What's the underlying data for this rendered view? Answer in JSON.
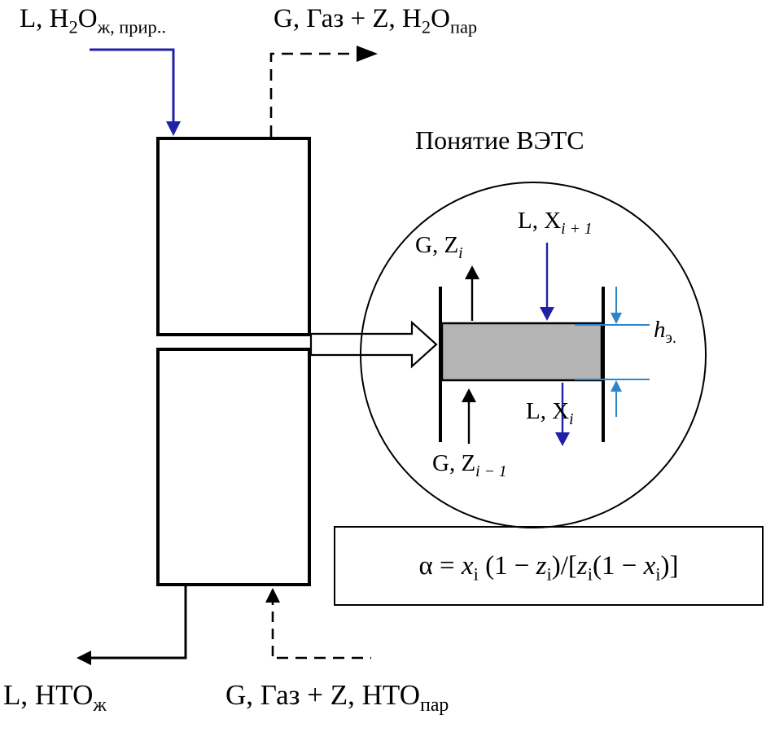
{
  "diagram_title": "Понятие ВЭТС",
  "streams": {
    "feed_top": {
      "t1": "L, H",
      "sub1": "2",
      "t2": "O",
      "sub2": "ж, прир.."
    },
    "gas_out_top": {
      "t1": "G, Газ + Z, H",
      "sub1": "2",
      "t2": "O",
      "sub2": "пар"
    },
    "liquid_out_bottom": {
      "t1": "L, НТО",
      "sub1": "ж"
    },
    "gas_in_bottom": {
      "t1": "G, Газ + Z, НТО",
      "sub1": "пар"
    }
  },
  "stage": {
    "gas_out": {
      "t1": "G, Z",
      "sub1": "i"
    },
    "liquid_in": {
      "t1": "L, X",
      "sub1": "i + 1"
    },
    "liquid_out": {
      "t1": "L, X",
      "sub1": "i"
    },
    "gas_in": {
      "t1": "G, Z",
      "sub1": "i − 1"
    },
    "height_label": {
      "t1": "h",
      "sub1": "э."
    }
  },
  "formula": {
    "p1": "α = ",
    "x1": "x",
    "s1": "i",
    "p2": " (1 − ",
    "z1": "z",
    "s2": "i",
    "p3": ")/[",
    "z2": "z",
    "s3": "i",
    "p4": "(1 − ",
    "x2": "x",
    "s4": "i",
    "p5": ")]"
  },
  "colors": {
    "stream_blue": "#2121a8",
    "dimension_blue": "#2e86c8",
    "stage_fill": "#b4b4b4",
    "line_black": "#000000"
  }
}
